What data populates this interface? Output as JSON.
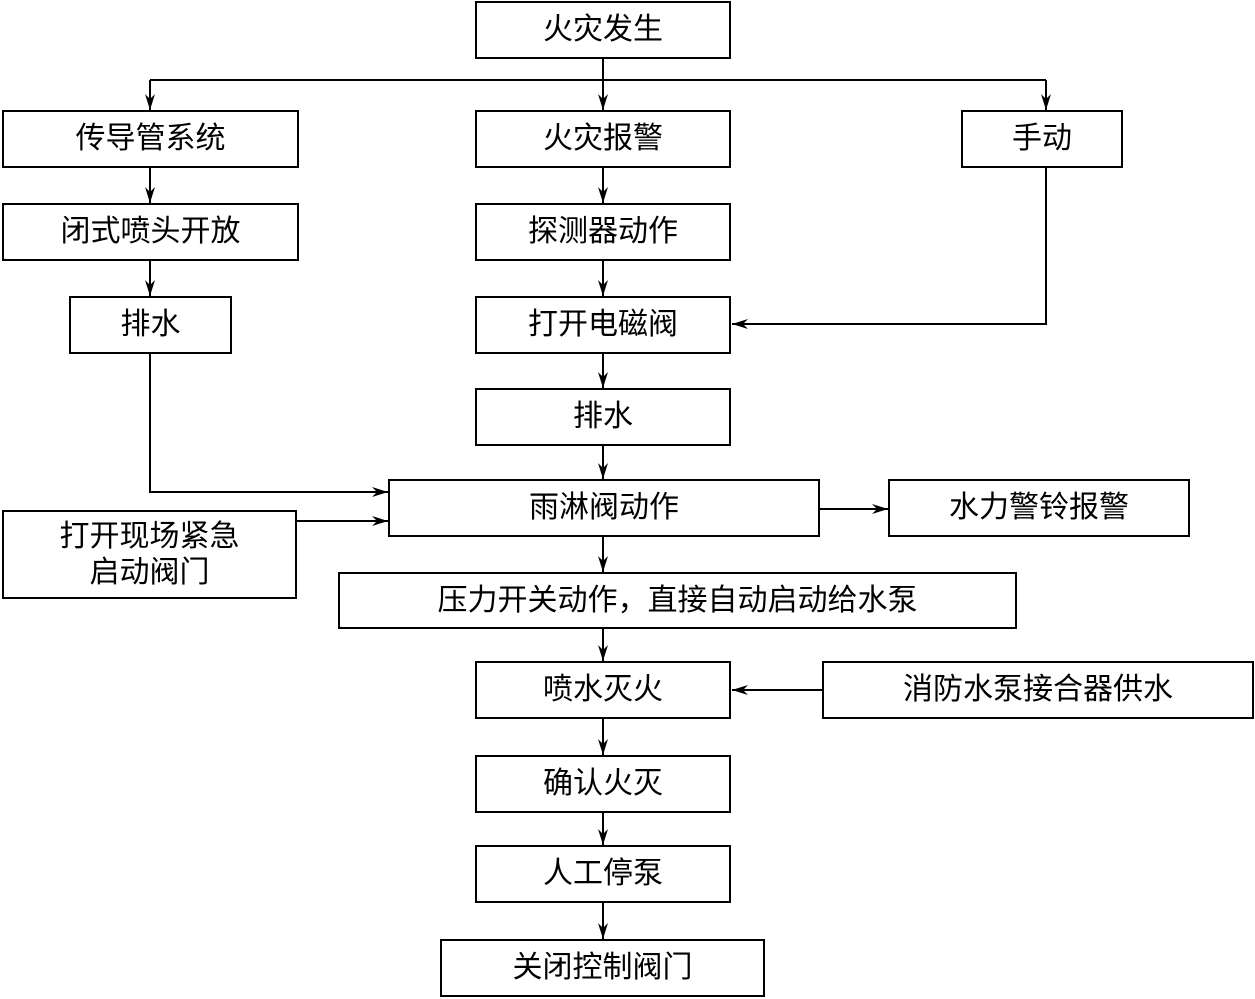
{
  "nodes": {
    "fire_occurs": "火灾发生",
    "conduit_system": "传导管系统",
    "fire_alarm": "火灾报警",
    "manual": "手动",
    "closed_sprinkler_open": "闭式喷头开放",
    "detector_action": "探测器动作",
    "drain_left": "排水",
    "open_solenoid": "打开电磁阀",
    "drain_center": "排水",
    "deluge_valve_action": "雨淋阀动作",
    "water_bell_alarm": "水力警铃报警",
    "open_emergency_valve_line1": "打开现场紧急",
    "open_emergency_valve_line2": "启动阀门",
    "pressure_switch": "压力开关动作，直接自动启动给水泵",
    "spray_extinguish": "喷水灭火",
    "pump_adapter_supply": "消防水泵接合器供水",
    "confirm_extinguished": "确认火灭",
    "manual_stop_pump": "人工停泵",
    "close_control_valve": "关闭控制阀门"
  }
}
